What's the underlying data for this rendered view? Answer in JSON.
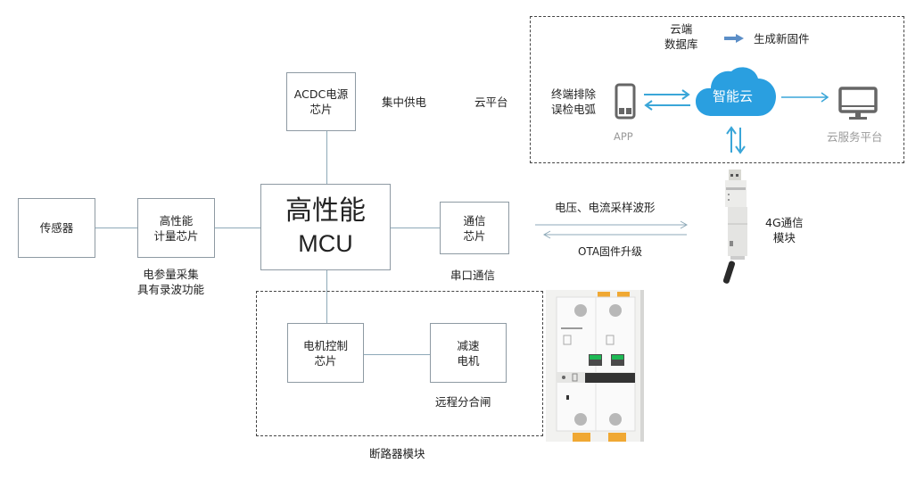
{
  "blocks": {
    "sensor": "传感器",
    "metering_chip": [
      "高性能",
      "计量芯片"
    ],
    "mcu": [
      "高性能",
      "MCU"
    ],
    "acdc_chip": [
      "ACDC电源",
      "芯片"
    ],
    "comm_chip": [
      "通信",
      "芯片"
    ],
    "motor_chip": [
      "电机控制",
      "芯片"
    ],
    "gear_motor": [
      "减速",
      "电机"
    ]
  },
  "labels": {
    "metering_note": [
      "电参量采集",
      "具有录波功能"
    ],
    "central_power": "集中供电",
    "cloud_platform": "云平台",
    "serial_comm": "串口通信",
    "remote_switch": "远程分合闸",
    "breaker_module": "断路器模块",
    "uplink": "电压、电流采样波形",
    "downlink": "OTA固件升级",
    "module_4g": [
      "4G通信",
      "模块"
    ]
  },
  "cloud": {
    "database": [
      "云端",
      "数据库"
    ],
    "new_firmware": "生成新固件",
    "terminal_note": [
      "终端排除",
      "误检电弧"
    ],
    "app_label": "APP",
    "cloud_name": "智能云",
    "service_platform": "云服务平台"
  },
  "colors": {
    "cloud_blue": "#2a9fe0",
    "arrow_blue": "#3aa6d8",
    "line": "#8ea9b8",
    "icon_grey": "#666666"
  }
}
